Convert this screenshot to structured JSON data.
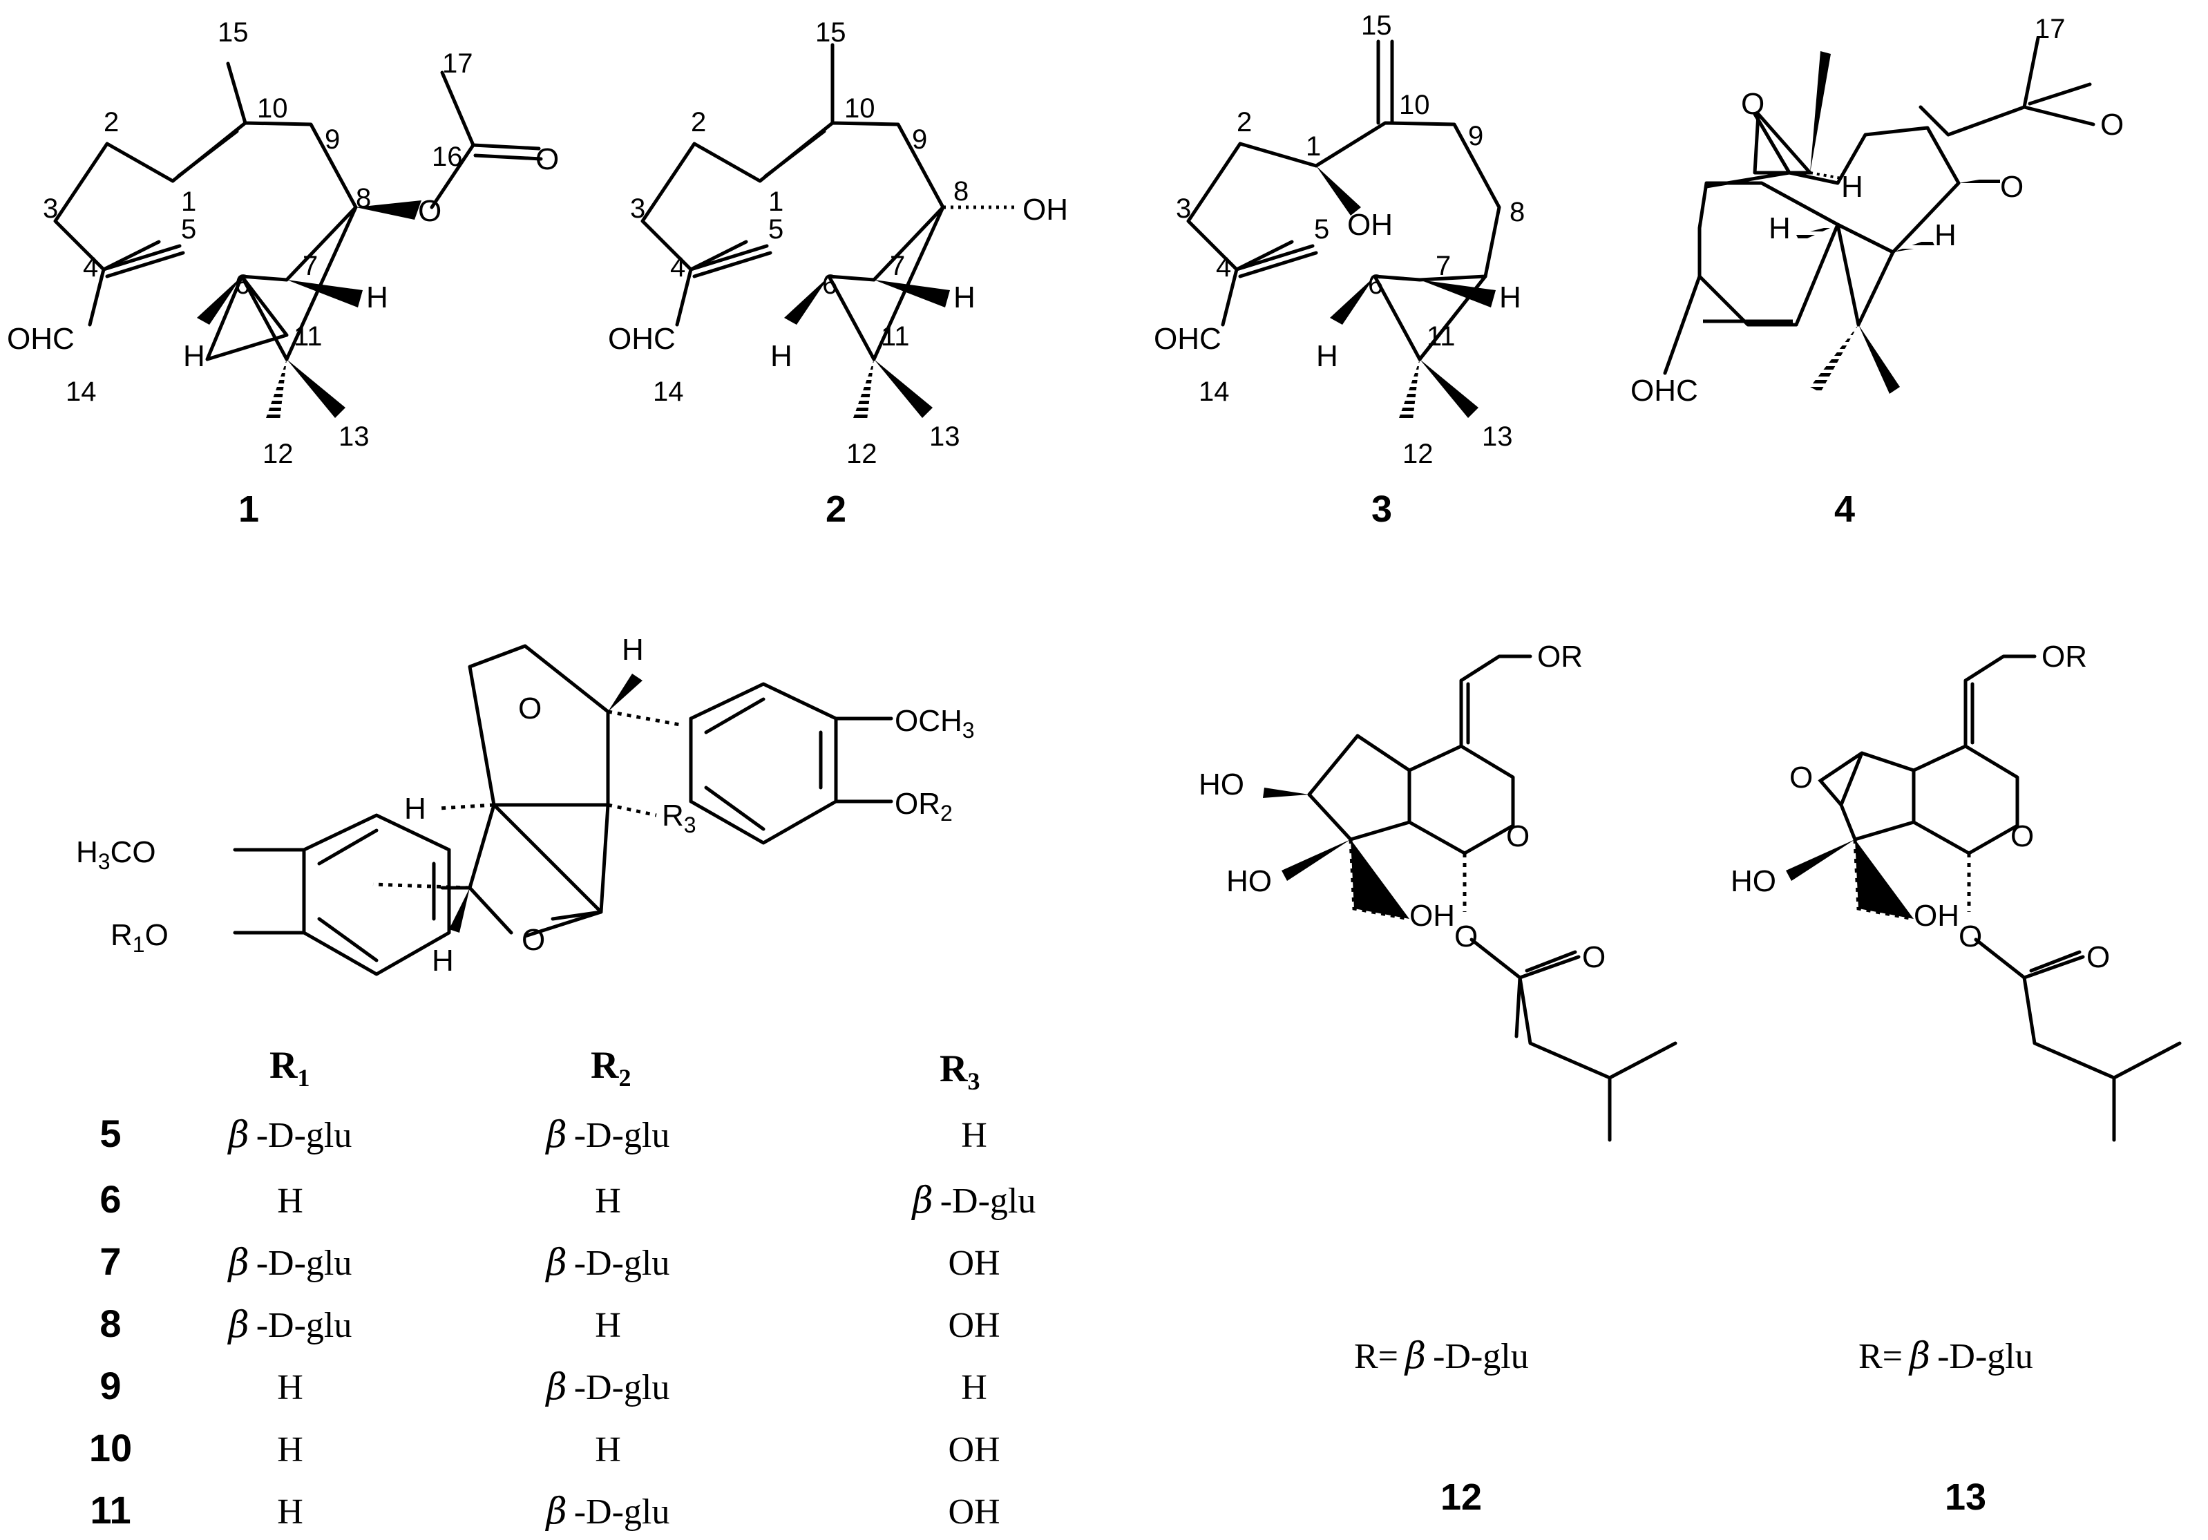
{
  "figure": {
    "compounds": {
      "c1": {
        "id": "1",
        "atoms": {
          "n15": "15",
          "n10": "10",
          "n2": "2",
          "n9": "9",
          "n17": "17",
          "n16": "16",
          "n1": "1",
          "n8": "8",
          "n3": "3",
          "n5": "5",
          "n4": "4",
          "n6": "6",
          "n7": "7",
          "n11": "11",
          "n14": "14",
          "n12": "12",
          "n13": "13"
        },
        "groups": {
          "o_carbonyl": "O",
          "o_ester": "O",
          "cho": "OHC",
          "h6": "H",
          "h7": "H"
        }
      },
      "c2": {
        "id": "2",
        "atoms": {
          "n15": "15",
          "n10": "10",
          "n2": "2",
          "n9": "9",
          "n1": "1",
          "n8": "8",
          "n3": "3",
          "n5": "5",
          "n4": "4",
          "n6": "6",
          "n7": "7",
          "n11": "11",
          "n14": "14",
          "n12": "12",
          "n13": "13"
        },
        "groups": {
          "oh": "OH",
          "cho": "OHC",
          "h6": "H",
          "h7": "H"
        }
      },
      "c3": {
        "id": "3",
        "atoms": {
          "n15": "15",
          "n10": "10",
          "n2": "2",
          "n1": "1",
          "n9": "9",
          "n3": "3",
          "n8": "8",
          "n5": "5",
          "n4": "4",
          "n6": "6",
          "n7": "7",
          "n11": "11",
          "n14": "14",
          "n12": "12",
          "n13": "13"
        },
        "groups": {
          "oh": "OH",
          "cho": "OHC",
          "h6": "H",
          "h7": "H"
        }
      },
      "c4": {
        "id": "4",
        "atoms": {
          "n17": "17"
        },
        "groups": {
          "o_epoxide": "O",
          "o_carbonyl": "O",
          "o_ester": "O",
          "h_a": "H",
          "h_b": "H",
          "h_c": "H",
          "cho": "OHC"
        }
      },
      "lignan": {
        "groups": {
          "o_top": "O",
          "o_bottom": "O",
          "h_top": "H",
          "h_bottom": "H",
          "h_left": "H",
          "r3": "R",
          "r3_sub": "3",
          "och3": "OCH",
          "och3_sub": "3",
          "or2": "OR",
          "or2_sub": "2",
          "h3co": "H",
          "h3co_sub": "3",
          "h3co_rest": "CO",
          "r1o": "R",
          "r1o_sub": "1",
          "r1o_rest": "O"
        }
      },
      "c12": {
        "id": "12",
        "groups": {
          "or": "OR",
          "ho_top": "HO",
          "ho_bottom": "HO",
          "oh": "OH",
          "o_ring": "O",
          "o_ester": "O",
          "o_carbonyl": "O"
        },
        "caption": {
          "prefix": "R=",
          "beta": "β",
          "suffix": "-D-glu"
        }
      },
      "c13": {
        "id": "13",
        "groups": {
          "or": "OR",
          "o_epoxide": "O",
          "ho": "HO",
          "oh": "OH",
          "o_ring": "O",
          "o_ester": "O",
          "o_carbonyl": "O"
        },
        "caption": {
          "prefix": "R=",
          "beta": "β",
          "suffix": "-D-glu"
        }
      }
    },
    "table": {
      "headers": [
        {
          "main": "R",
          "sub": "1"
        },
        {
          "main": "R",
          "sub": "2"
        },
        {
          "main": "R",
          "sub": "3"
        }
      ],
      "rows": [
        {
          "id": "5",
          "r1": {
            "beta": "β",
            "text": "-D-glu"
          },
          "r2": {
            "beta": "β",
            "text": "-D-glu"
          },
          "r3": {
            "beta": "",
            "text": "H"
          }
        },
        {
          "id": "6",
          "r1": {
            "beta": "",
            "text": "H"
          },
          "r2": {
            "beta": "",
            "text": "H"
          },
          "r3": {
            "beta": "β",
            "text": "-D-glu"
          }
        },
        {
          "id": "7",
          "r1": {
            "beta": "β",
            "text": "-D-glu"
          },
          "r2": {
            "beta": "β",
            "text": "-D-glu"
          },
          "r3": {
            "beta": "",
            "text": "OH"
          }
        },
        {
          "id": "8",
          "r1": {
            "beta": "β",
            "text": "-D-glu"
          },
          "r2": {
            "beta": "",
            "text": "H"
          },
          "r3": {
            "beta": "",
            "text": "OH"
          }
        },
        {
          "id": "9",
          "r1": {
            "beta": "",
            "text": "H"
          },
          "r2": {
            "beta": "β",
            "text": "-D-glu"
          },
          "r3": {
            "beta": "",
            "text": "H"
          }
        },
        {
          "id": "10",
          "r1": {
            "beta": "",
            "text": "H"
          },
          "r2": {
            "beta": "",
            "text": "H"
          },
          "r3": {
            "beta": "",
            "text": "OH"
          }
        },
        {
          "id": "11",
          "r1": {
            "beta": "",
            "text": "H"
          },
          "r2": {
            "beta": "β",
            "text": "-D-glu"
          },
          "r3": {
            "beta": "",
            "text": "OH"
          }
        }
      ]
    }
  }
}
